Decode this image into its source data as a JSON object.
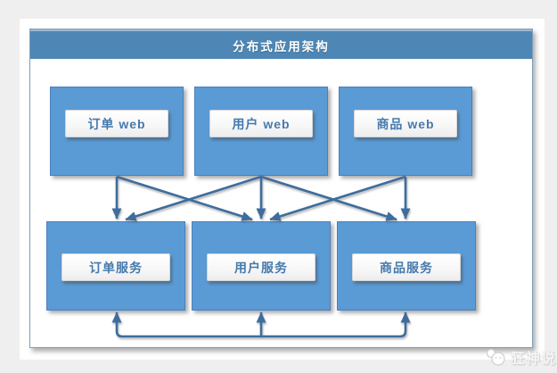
{
  "diagram": {
    "title": "分布式应用架构",
    "web_layer": [
      {
        "id": "order-web",
        "label": "订单 web"
      },
      {
        "id": "user-web",
        "label": "用户 web"
      },
      {
        "id": "product-web",
        "label": "商品 web"
      }
    ],
    "service_layer": [
      {
        "id": "order-service",
        "label": "订单服务"
      },
      {
        "id": "user-service",
        "label": "用户服务"
      },
      {
        "id": "product-service",
        "label": "商品服务"
      }
    ],
    "connections": [
      {
        "from": "order-web",
        "to": "order-service"
      },
      {
        "from": "order-web",
        "to": "user-service"
      },
      {
        "from": "user-web",
        "to": "order-service"
      },
      {
        "from": "user-web",
        "to": "user-service"
      },
      {
        "from": "user-web",
        "to": "product-service"
      },
      {
        "from": "product-web",
        "to": "user-service"
      },
      {
        "from": "product-web",
        "to": "product-service"
      }
    ],
    "service_bus": {
      "connects": [
        "order-service",
        "user-service",
        "product-service"
      ],
      "arrow_direction": "up-into-services"
    },
    "colors": {
      "canvas_background": "#efefef",
      "title_bar": "#4e87b5",
      "node_fill": "#5b9bd5",
      "node_border": "#4a7ebf",
      "arrow": "#3d6d9e",
      "label_text": "#4579ad",
      "frame_border": "#7f9db9"
    }
  },
  "watermark": {
    "text": "狂神说",
    "logo_icon": "mascot-panda-icon"
  }
}
